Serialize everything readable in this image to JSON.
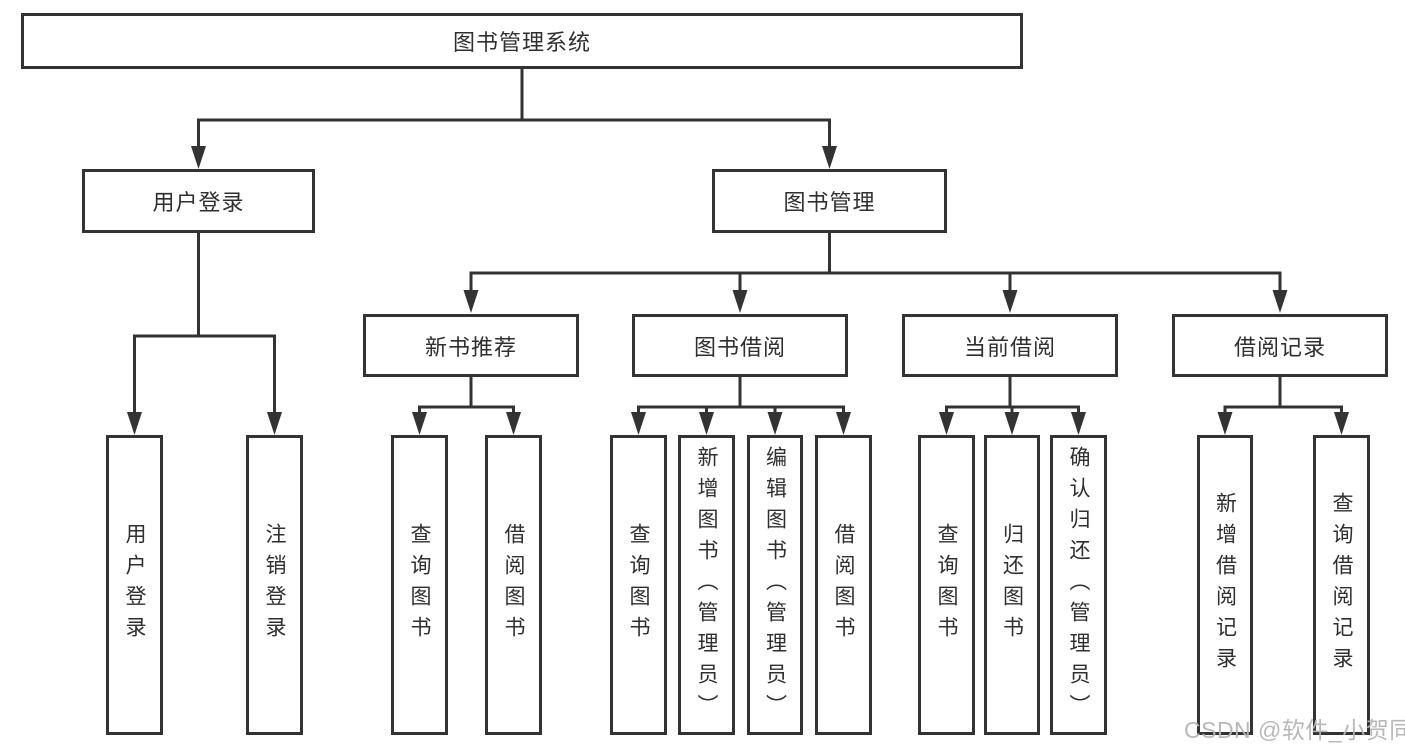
{
  "diagram": {
    "title": "图书管理系统",
    "watermark": "CSDN @软件_小贺同学",
    "colors": {
      "line": "#333333",
      "border": "#333333",
      "text": "#2f2f2f",
      "watermark": "#b5b5b5",
      "background": "#ffffff"
    },
    "nodes": {
      "root": {
        "label": "图书管理系统"
      },
      "level2": [
        {
          "label": "用户登录"
        },
        {
          "label": "图书管理"
        }
      ],
      "level3": [
        {
          "label": "新书推荐",
          "parent": "图书管理"
        },
        {
          "label": "图书借阅",
          "parent": "图书管理"
        },
        {
          "label": "当前借阅",
          "parent": "图书管理"
        },
        {
          "label": "借阅记录",
          "parent": "图书管理"
        }
      ],
      "leaves": [
        {
          "label": "用户登录",
          "parent": "用户登录"
        },
        {
          "label": "注销登录",
          "parent": "用户登录"
        },
        {
          "label": "查询图书",
          "parent": "新书推荐"
        },
        {
          "label": "借阅图书",
          "parent": "新书推荐"
        },
        {
          "label": "查询图书",
          "parent": "图书借阅"
        },
        {
          "label": "新增图书（管理员）",
          "parent": "图书借阅"
        },
        {
          "label": "编辑图书（管理员）",
          "parent": "图书借阅"
        },
        {
          "label": "借阅图书",
          "parent": "图书借阅"
        },
        {
          "label": "查询图书",
          "parent": "当前借阅"
        },
        {
          "label": "归还图书",
          "parent": "当前借阅"
        },
        {
          "label": "确认归还（管理员）",
          "parent": "当前借阅"
        },
        {
          "label": "新增借阅记录",
          "parent": "借阅记录"
        },
        {
          "label": "查询借阅记录",
          "parent": "借阅记录"
        }
      ]
    }
  }
}
